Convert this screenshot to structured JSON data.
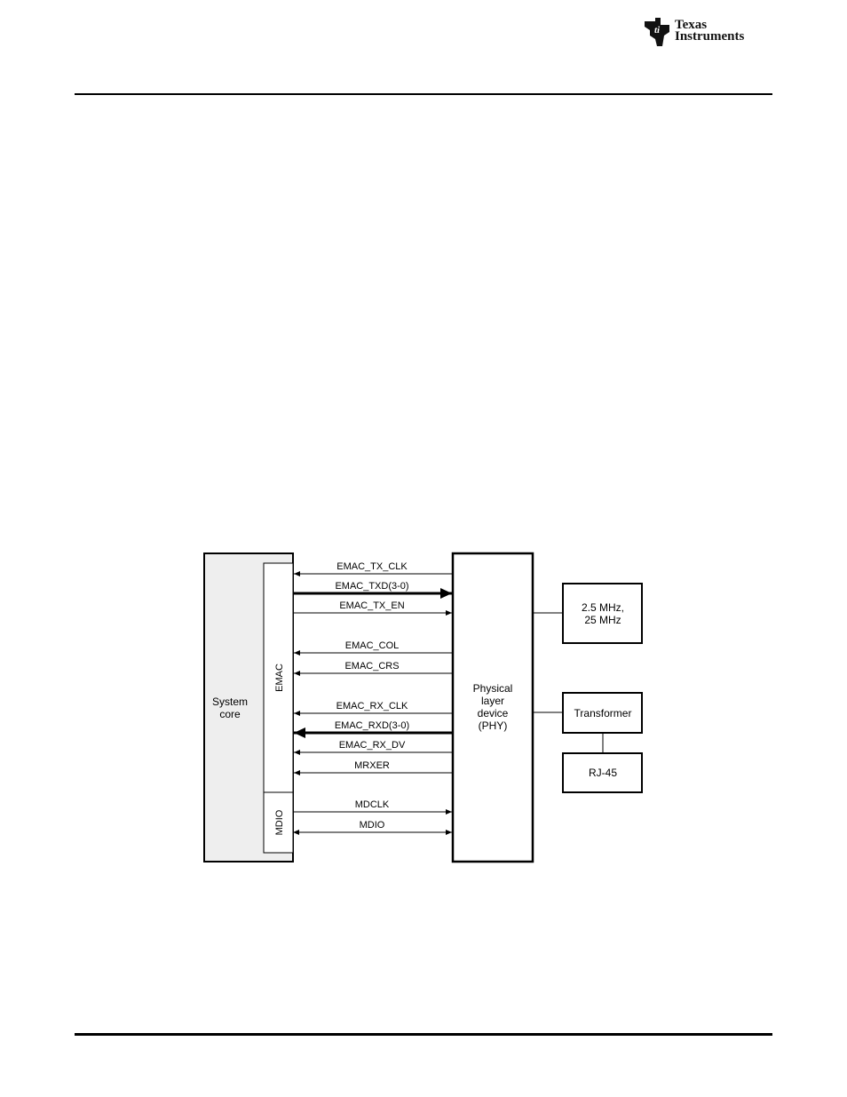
{
  "header": {
    "logo_line1": "Texas",
    "logo_line2": "Instruments"
  },
  "diagram": {
    "system_core_lines": [
      "System",
      "core"
    ],
    "emac_label": "EMAC",
    "mdio_label": "MDIO",
    "phy_lines": [
      "Physical",
      "layer",
      "device",
      "(PHY)"
    ],
    "clock_box_lines": [
      "2.5 MHz,",
      "25 MHz"
    ],
    "transformer_label": "Transformer",
    "rj45_label": "RJ-45",
    "signals": [
      {
        "name": "EMAC_TX_CLK",
        "direction": "to-emac",
        "bus": false
      },
      {
        "name": "EMAC_TXD(3-0)",
        "direction": "to-phy",
        "bus": true
      },
      {
        "name": "EMAC_TX_EN",
        "direction": "to-phy",
        "bus": false
      },
      {
        "name": "EMAC_COL",
        "direction": "to-emac",
        "bus": false
      },
      {
        "name": "EMAC_CRS",
        "direction": "to-emac",
        "bus": false
      },
      {
        "name": "EMAC_RX_CLK",
        "direction": "to-emac",
        "bus": false
      },
      {
        "name": "EMAC_RXD(3-0)",
        "direction": "to-emac",
        "bus": true
      },
      {
        "name": "EMAC_RX_DV",
        "direction": "to-emac",
        "bus": false
      },
      {
        "name": "MRXER",
        "direction": "to-emac",
        "bus": false
      },
      {
        "name": "MDCLK",
        "direction": "to-phy",
        "bus": false
      },
      {
        "name": "MDIO",
        "direction": "bidirectional",
        "bus": false
      }
    ]
  }
}
